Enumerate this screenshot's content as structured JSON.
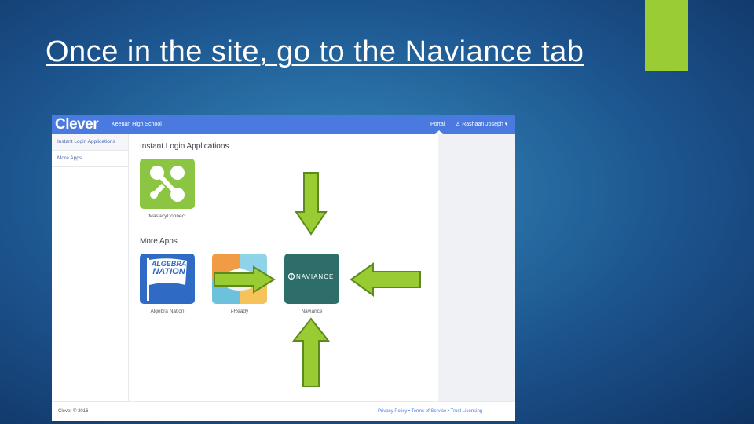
{
  "slide": {
    "title": "Once in the site, go to the Naviance tab",
    "accent_color": "#9acc34",
    "arrow_color": "#99cc33"
  },
  "clever": {
    "logo": "Clever",
    "school_name": "Keenan High School",
    "nav_portal": "Portal",
    "user_name": "♙ Rashaan Joseph ▾",
    "header_color": "#4a7ae0",
    "sidebar": {
      "items": [
        {
          "label": "Instant Login Applications"
        },
        {
          "label": "More Apps"
        }
      ]
    },
    "sections": {
      "instant_title": "Instant Login Applications",
      "more_title": "More Apps"
    },
    "apps": {
      "masteryconnect": {
        "label": "MasteryConnect",
        "icon": "masteryconnect-logo-icon",
        "color": "#8cc542"
      },
      "algebra_nation": {
        "label": "Algebra Nation",
        "icon": "algebra-nation-flag-icon",
        "color": "#2f6bc4",
        "logo_text_top": "ALGEBRA",
        "logo_text_bottom": "NATION"
      },
      "iready": {
        "label": "i-Ready",
        "icon": "iready-graduation-cap-icon"
      },
      "naviance": {
        "label": "Naviance",
        "icon": "naviance-logo-icon",
        "color": "#2e6e6a",
        "logo_text": "NAVIANCE"
      }
    },
    "footer": {
      "copyright": "Clever © 2016",
      "links": "Privacy Policy • Terms of Service • Trust Licensing"
    }
  }
}
